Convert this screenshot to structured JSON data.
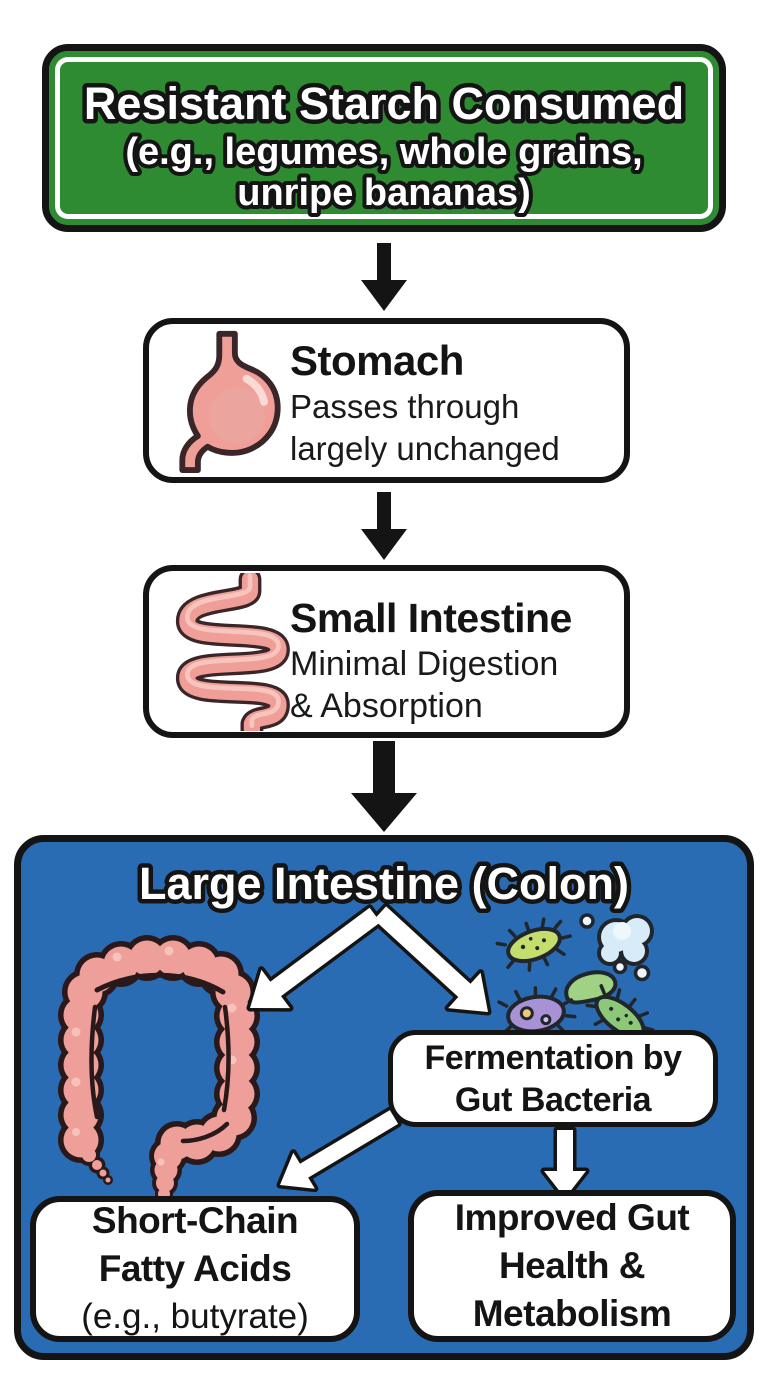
{
  "colors": {
    "start_green": "#2e8b32",
    "colon_blue": "#2a6cb4",
    "organ_pink": "#ef9e98",
    "outline_black": "#141414"
  },
  "start": {
    "line1": "Resistant Starch Consumed",
    "line2": "(e.g., legumes, whole grains,",
    "line3": "unripe bananas)"
  },
  "stomach": {
    "title": "Stomach",
    "desc1": "Passes through",
    "desc2": "largely unchanged",
    "icon": "stomach-icon"
  },
  "small_intestine": {
    "title": "Small Intestine",
    "desc1": "Minimal Digestion",
    "desc2": "& Absorption",
    "icon": "small-intestine-icon"
  },
  "large_intestine": {
    "title": "Large Intestine (Colon)",
    "icons": [
      "colon-icon",
      "gut-bacteria-icon"
    ],
    "fermentation": {
      "line1": "Fermentation by",
      "line2": "Gut Bacteria"
    },
    "scfa": {
      "line1": "Short-Chain",
      "line2": "Fatty Acids",
      "line3": "(e.g., butyrate)"
    },
    "health": {
      "line1": "Improved Gut",
      "line2": "Health &",
      "line3": "Metabolism"
    }
  }
}
